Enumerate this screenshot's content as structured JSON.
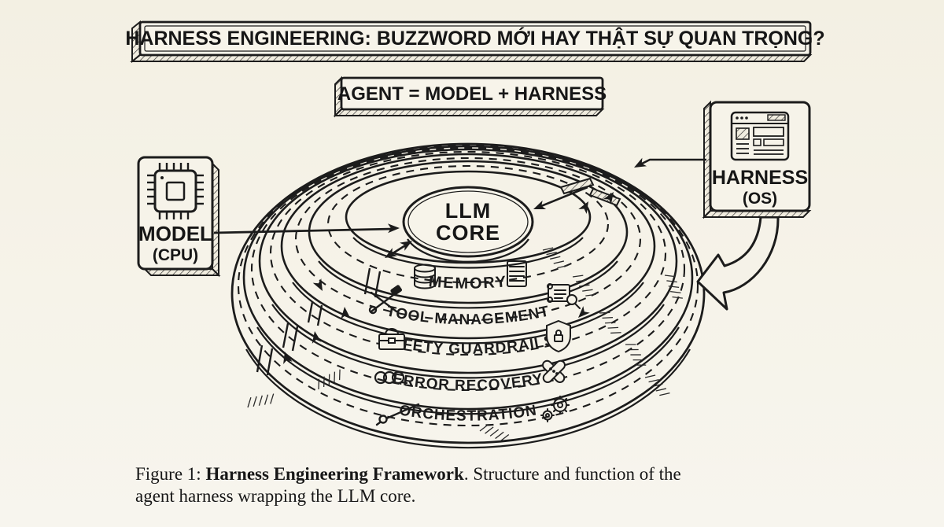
{
  "colors": {
    "background": "#f5f2e8",
    "ink": "#1c1c1c",
    "panel": "#f7f4ea"
  },
  "title": {
    "text": "HARNESS ENGINEERING: BUZZWORD MỚI HAY THẬT SỰ QUAN TRỌNG?"
  },
  "subtitle": {
    "text": "AGENT = MODEL + HARNESS"
  },
  "model_box": {
    "label": "MODEL",
    "sublabel": "(CPU)",
    "icon": "cpu-chip-icon"
  },
  "harness_box": {
    "label": "HARNESS",
    "sublabel": "(OS)",
    "icon": "browser-window-icon"
  },
  "core": {
    "line1": "LLM",
    "line2": "CORE"
  },
  "rings": [
    {
      "label": "MEMORY",
      "left_icon": "database-icon",
      "right_icon": "server-stack-icon"
    },
    {
      "label": "TOOL MANAGEMENT",
      "left_icon": "hammer-wrench-icon",
      "right_icon": "scroll-magnifier-icon"
    },
    {
      "label": "SAFETY GUARDRAILS",
      "left_icon": "toolbox-icon",
      "right_icon": "shield-lock-icon"
    },
    {
      "label": "ERROR RECOVERY",
      "left_icon": "spring-icon",
      "right_icon": "bandage-icon"
    },
    {
      "label": "ORCHESTRATION",
      "left_icon": "baton-icon",
      "right_icon": "gears-icon"
    }
  ],
  "caption": {
    "prefix": "Figure 1: ",
    "bold": "Harness Engineering Framework",
    "middle": ". Structure and function of the",
    "line2": "agent harness wrapping the LLM core."
  }
}
